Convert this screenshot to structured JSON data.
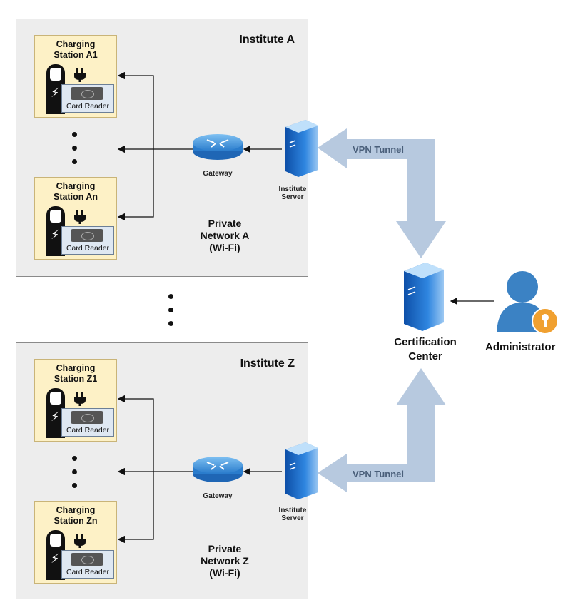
{
  "institutes": [
    {
      "title": "Institute A",
      "stations": [
        {
          "line1": "Charging",
          "line2": "Station A1",
          "reader": "Card Reader"
        },
        {
          "line1": "Charging",
          "line2": "Station An",
          "reader": "Card Reader"
        }
      ],
      "gateway": "Gateway",
      "server_line1": "Institute",
      "server_line2": "Server",
      "network_line1": "Private",
      "network_line2": "Network A",
      "network_line3": "(Wi-Fi)",
      "vpn": "VPN Tunnel"
    },
    {
      "title": "Institute Z",
      "stations": [
        {
          "line1": "Charging",
          "line2": "Station Z1",
          "reader": "Card Reader"
        },
        {
          "line1": "Charging",
          "line2": "Station Zn",
          "reader": "Card Reader"
        }
      ],
      "gateway": "Gateway",
      "server_line1": "Institute",
      "server_line2": "Server",
      "network_line1": "Private",
      "network_line2": "Network Z",
      "network_line3": "(Wi-Fi)",
      "vpn": "VPN Tunnel"
    }
  ],
  "certification_center": {
    "line1": "Certification",
    "line2": "Center"
  },
  "administrator": "Administrator",
  "icons": {
    "station_pillar": "charging-pillar-icon",
    "plug": "plug-icon",
    "card_reader": "card-reader-icon",
    "router": "router-icon",
    "server": "server-icon",
    "admin": "user-key-icon"
  },
  "colors": {
    "station_fill": "#fdf1c6",
    "institute_fill": "#ededed",
    "vpn_arrow": "#b7c9df",
    "server_blue": "#1e6fc8",
    "admin_blue": "#3b82c4",
    "key_orange": "#f0a030"
  }
}
